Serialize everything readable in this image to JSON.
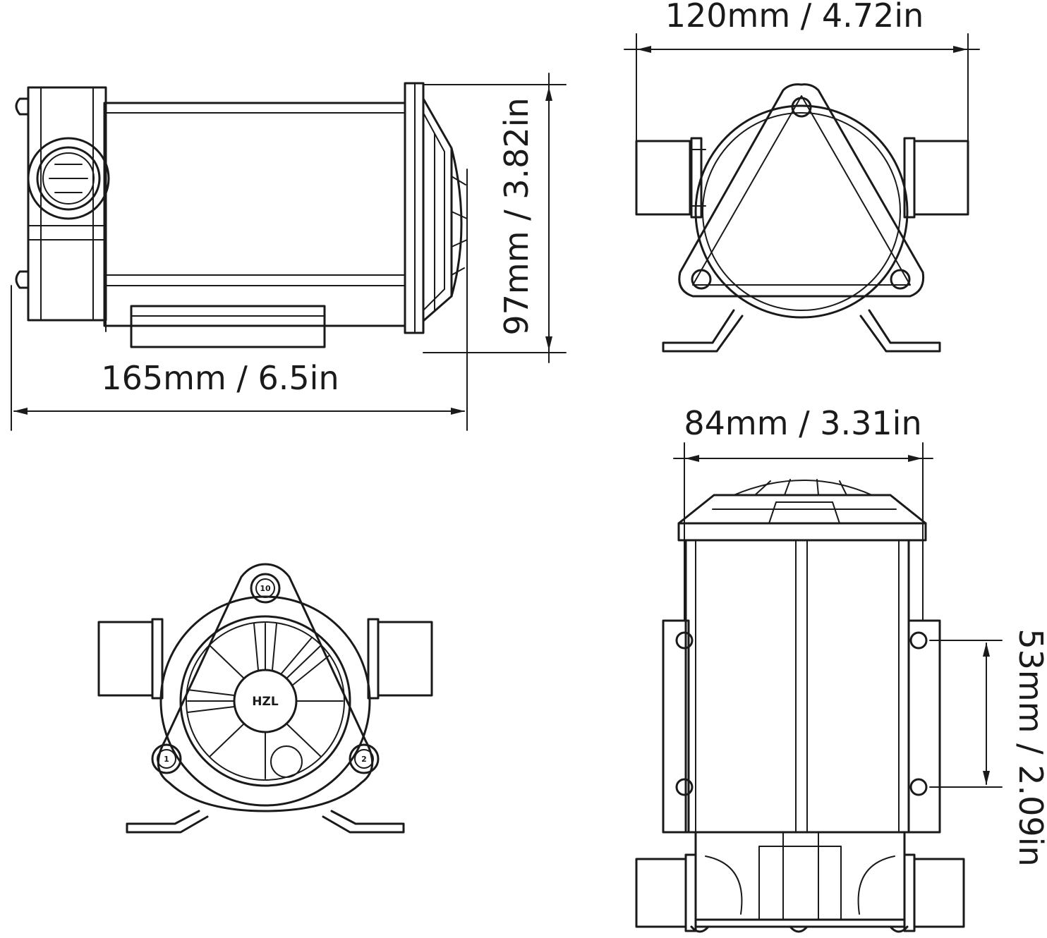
{
  "dimensions": {
    "length": "165mm / 6.5in",
    "height": "97mm / 3.82in",
    "width_front": "120mm / 4.72in",
    "width_top": "84mm / 3.31in",
    "mount_spacing": "53mm / 2.09in"
  },
  "marks": {
    "brand": "HZL",
    "port_left": "1",
    "port_top": "10",
    "port_right": "2"
  }
}
